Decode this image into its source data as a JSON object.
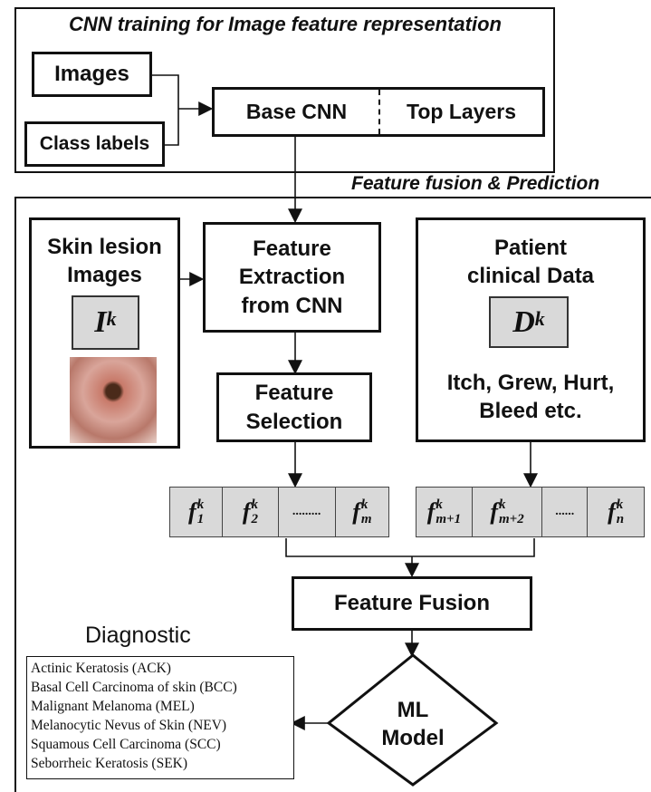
{
  "top_section": {
    "title": "CNN training for Image feature representation",
    "images_label": "Images",
    "class_labels_label": "Class labels",
    "base_cnn_label": "Base CNN",
    "top_layers_label": "Top Layers"
  },
  "fusion_section": {
    "title": "Feature fusion & Prediction",
    "skin_lesion_label": "Skin lesion Images",
    "image_symbol": "I",
    "image_symbol_sup": "k",
    "feature_extraction_label": "Feature Extraction from CNN",
    "feature_selection_label": "Feature Selection",
    "patient_label": "Patient clinical Data",
    "data_symbol": "D",
    "data_symbol_sup": "k",
    "symptoms_label": "Itch, Grew, Hurt, Bleed etc.",
    "image_features": [
      {
        "base": "f",
        "sup": "k",
        "sub": "1"
      },
      {
        "base": "f",
        "sup": "k",
        "sub": "2"
      },
      {
        "text": "........."
      },
      {
        "base": "f",
        "sup": "k",
        "sub": "m"
      }
    ],
    "clinical_features": [
      {
        "base": "f",
        "sup": "k",
        "sub": "m+1"
      },
      {
        "base": "f",
        "sup": "k",
        "sub": "m+2"
      },
      {
        "text": "......"
      },
      {
        "base": "f",
        "sup": "k",
        "sub": "n"
      }
    ],
    "feature_fusion_label": "Feature Fusion",
    "ml_model_label": "ML Model",
    "diagnostic_title": "Diagnostic",
    "diagnostic_items": [
      "Actinic Keratosis (ACK)",
      "Basal Cell Carcinoma of skin (BCC)",
      "Malignant Melanoma (MEL)",
      "Melanocytic Nevus of Skin (NEV)",
      "Squamous Cell Carcinoma (SCC)",
      "Seborrheic Keratosis (SEK)"
    ]
  }
}
